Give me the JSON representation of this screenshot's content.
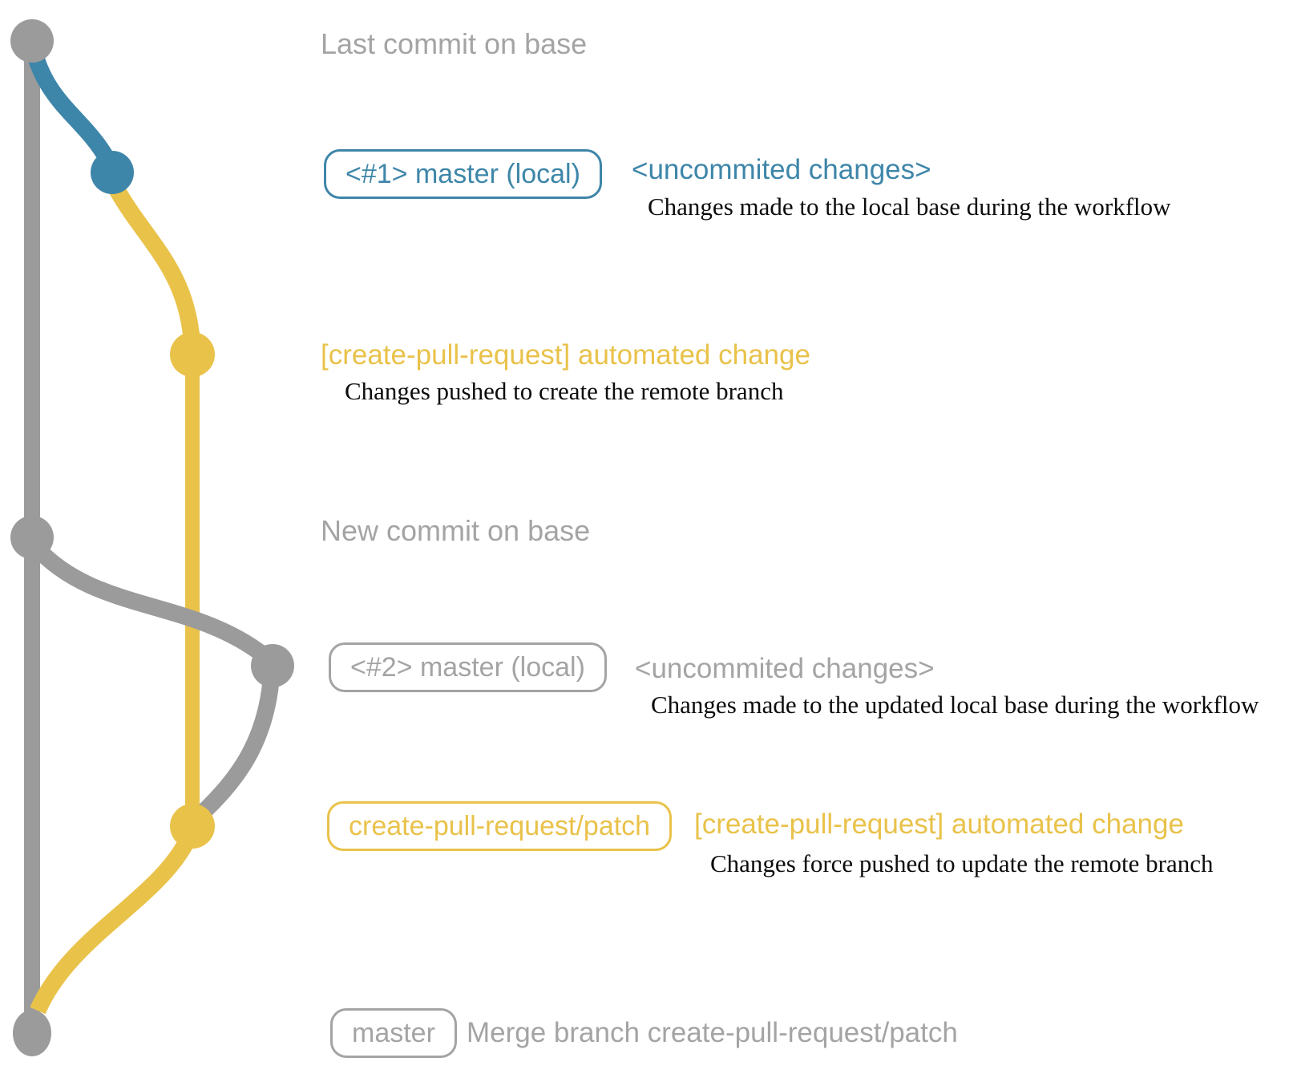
{
  "colors": {
    "background": "#ffffff",
    "gray_graph": "#9b9b9b",
    "gray_text": "#a4a4a4",
    "blue": "#3e86a9",
    "yellow": "#e9c24a",
    "ink": "#0c0c0c"
  },
  "rows": {
    "row1": {
      "node_color": "gray",
      "label": "Last commit on base"
    },
    "row2": {
      "node_color": "blue",
      "badge": "<#1> master (local)",
      "title": "<uncommited changes>",
      "desc": "Changes made to the local base during the workflow"
    },
    "row3": {
      "node_color": "yellow",
      "title": "[create-pull-request] automated change",
      "desc": "Changes pushed to create the remote branch"
    },
    "row4": {
      "node_color": "gray",
      "label": "New commit on base"
    },
    "row5": {
      "node_color": "gray",
      "badge": "<#2> master (local)",
      "title": "<uncommited changes>",
      "desc": "Changes made to the updated local base during the workflow"
    },
    "row6": {
      "node_color": "yellow",
      "badge": "create-pull-request/patch",
      "title": "[create-pull-request] automated change",
      "desc": "Changes force pushed to update the remote branch"
    },
    "row7": {
      "node_color": "gray",
      "badge": "master",
      "title": "Merge branch create-pull-request/patch"
    }
  }
}
